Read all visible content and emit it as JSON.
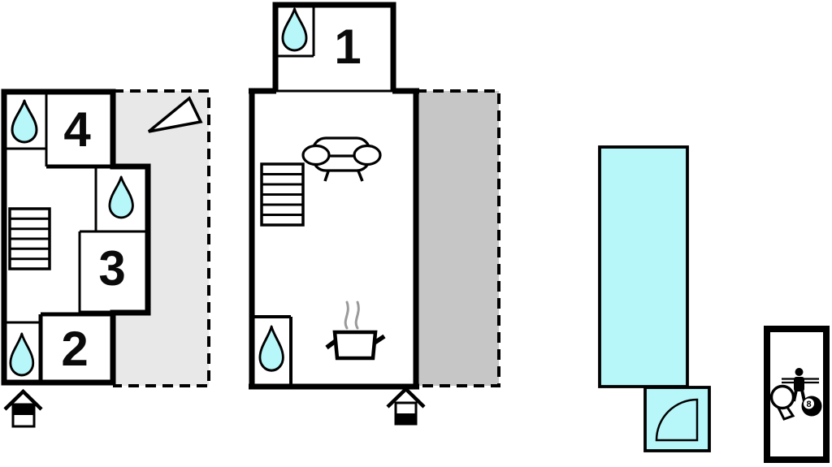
{
  "floorplan": {
    "title_hint": "apartment floor plan with pool and game room",
    "colors": {
      "background": "#ffffff",
      "water": "#b7f6f9",
      "terrace_left": "#e8e8e8",
      "terrace_right": "#c6c6c6",
      "wall": "#000000",
      "steam": "#9a9a9a"
    },
    "left_house": {
      "rooms": [
        {
          "label": "4"
        },
        {
          "label": "3"
        },
        {
          "label": "2"
        }
      ],
      "icons": [
        "water-drop-icon",
        "water-drop-icon",
        "water-drop-icon",
        "stairs-icon",
        "north-arrow-icon",
        "entrance-house-icon",
        "dashed-terrace"
      ]
    },
    "main_house": {
      "rooms": [
        {
          "label": "1"
        }
      ],
      "icons": [
        "water-drop-icon",
        "water-drop-icon",
        "stairs-icon",
        "sofa-icon",
        "cooking-pot-icon",
        "steam-icon",
        "entrance-house-icon",
        "dashed-terrace"
      ]
    },
    "pool": {
      "icons": [
        "pool",
        "pool-step-quarter-circle"
      ]
    },
    "game_room": {
      "eight_ball": "8",
      "icons": [
        "foosball-player-icon",
        "table-tennis-paddle-icon",
        "billiard-8ball-icon"
      ]
    }
  }
}
